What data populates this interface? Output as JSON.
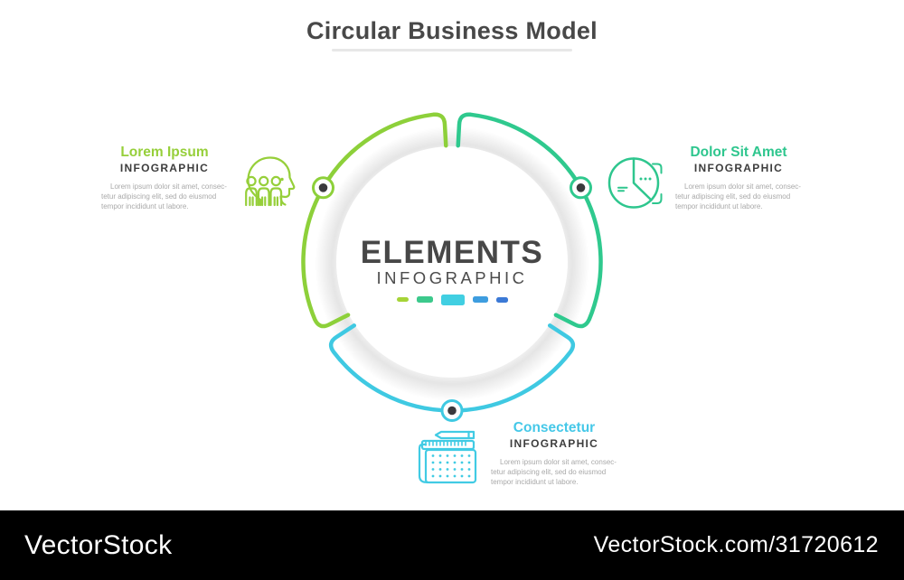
{
  "page": {
    "title": "Circular Business Model"
  },
  "center": {
    "title": "ELEMENTS",
    "subtitle": "INFOGRAPHIC",
    "dash_colors": [
      "#a6d437",
      "#3cc98c",
      "#41cfe2",
      "#3e9ddf",
      "#3b79d6"
    ]
  },
  "ring": {
    "segment_colors": {
      "green": "#8dd03a",
      "teal": "#2fc98e",
      "cyan": "#3fc9e2"
    },
    "node_dot_color": "#3a3a3d"
  },
  "sections": [
    {
      "position": "left",
      "title": "Lorem Ipsum",
      "subtitle": "INFOGRAPHIC",
      "color": "#96cf3a",
      "icon": "team-head-icon",
      "body_lines": [
        "Lorem ipsum dolor sit amet, consec-",
        "tetur adipiscing elit, sed do eiusmod",
        "tempor incididunt ut labore."
      ]
    },
    {
      "position": "right",
      "title": "Dolor Sit Amet",
      "subtitle": "INFOGRAPHIC",
      "color": "#2ec68e",
      "icon": "pie-chart-icon",
      "body_lines": [
        "Lorem ipsum dolor sit amet, consec-",
        "tetur adipiscing elit, sed do eiusmod",
        "tempor incididunt ut labore."
      ]
    },
    {
      "position": "bottom",
      "title": "Consectetur",
      "subtitle": "INFOGRAPHIC",
      "color": "#45c8e8",
      "icon": "planner-icon",
      "body_lines": [
        "Lorem ipsum dolor sit amet, consec-",
        "tetur adipiscing elit, sed do eiusmod",
        "tempor incididunt ut labore."
      ]
    }
  ],
  "footer": {
    "brand": "VectorStock",
    "url": "VectorStock.com/31720612",
    "background": "#000000"
  }
}
